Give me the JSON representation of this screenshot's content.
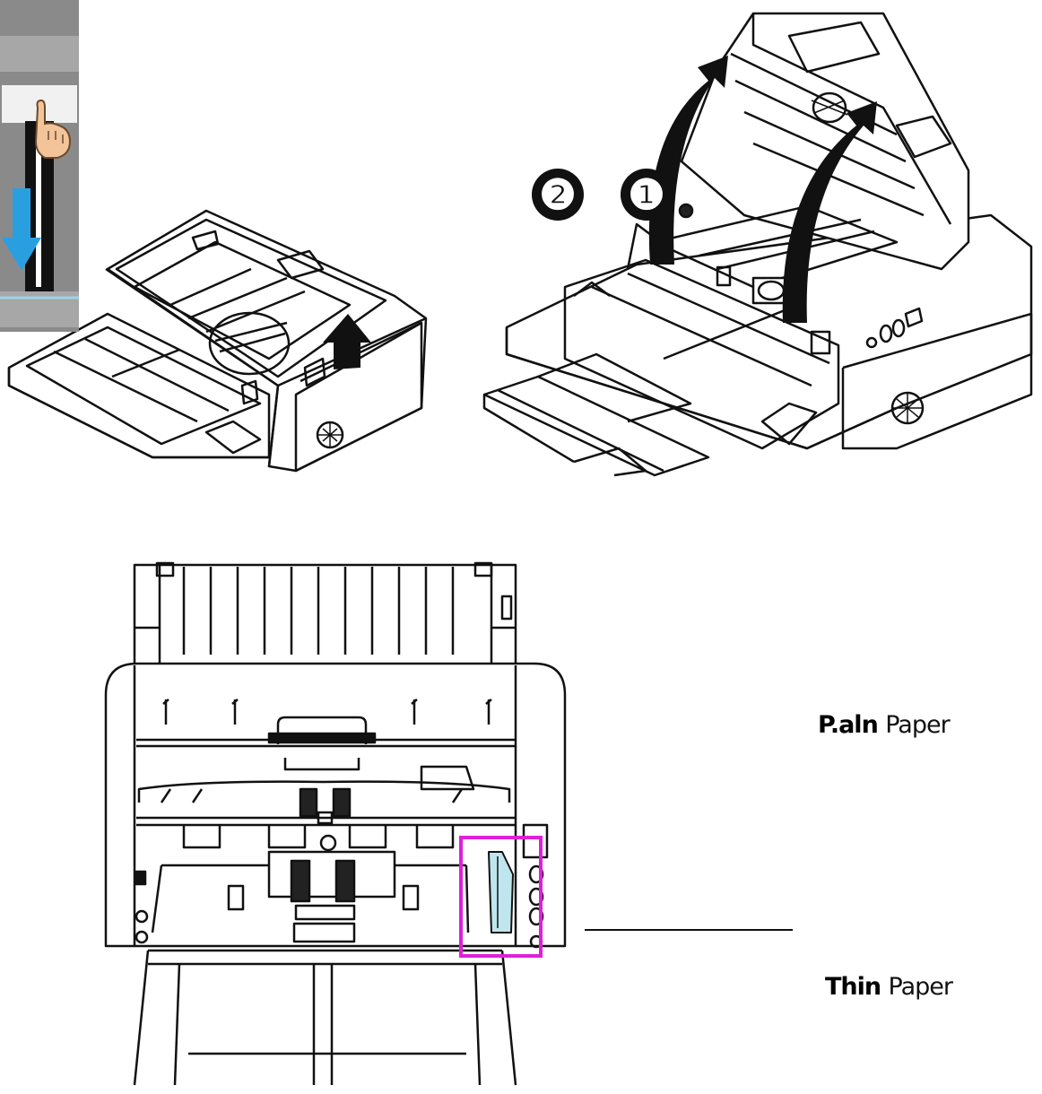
{
  "steps": [
    {
      "label": "❷"
    },
    {
      "label": "❶"
    }
  ],
  "lever": {
    "top_label_a": "P.aln",
    "top_label_b": "Paper",
    "bottom_label_a": "Thin",
    "bottom_label_b": "Paper"
  },
  "colors": {
    "highlight": "#e020d8",
    "panel_bg": "#8a8a8a",
    "arrow_blue": "#2a9fe0",
    "line": "#111111"
  },
  "icons": [
    "up-arrow-icon",
    "curved-arrow-icon",
    "hand-pointer-icon",
    "down-arrow-icon",
    "fan-icon"
  ]
}
